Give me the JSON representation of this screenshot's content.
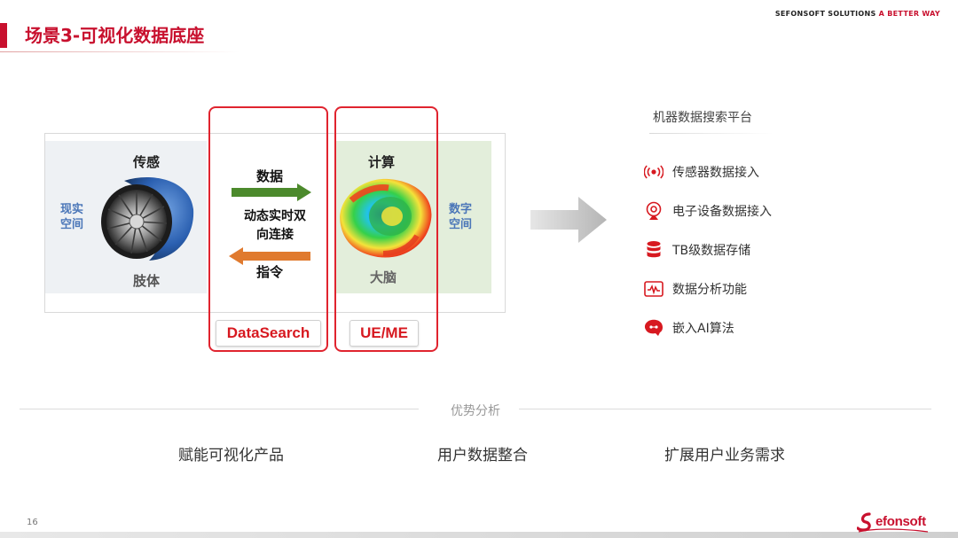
{
  "header": {
    "brand_main": "SEFONSOFT SOLUTIONS",
    "brand_accent": "A BETTER WAY",
    "title": "场景3-可视化数据底座",
    "accent_color": "#c8102e"
  },
  "diagram": {
    "sense_label": "传感",
    "body_label": "肢体",
    "real_space_label": "现实空间",
    "compute_label": "计算",
    "brain_label": "大脑",
    "digital_space_label": "数字空间",
    "data_label": "数据",
    "dynamic_label": "动态实时双向连接",
    "command_label": "指令",
    "datasearch_tag": "DataSearch",
    "ue_me_tag": "UE/ME",
    "arrow_right_color": "#4c8a2c",
    "arrow_left_color": "#e07a2e"
  },
  "platform": {
    "title": "机器数据搜索平台",
    "features": [
      {
        "icon": "broadcast-icon",
        "label": "传感器数据接入"
      },
      {
        "icon": "webcam-icon",
        "label": "电子设备数据接入"
      },
      {
        "icon": "database-icon",
        "label": "TB级数据存储"
      },
      {
        "icon": "waveform-icon",
        "label": "数据分析功能"
      },
      {
        "icon": "ai-brain-icon",
        "label": "嵌入AI算法"
      }
    ]
  },
  "advantages": {
    "title": "优势分析",
    "items": [
      "赋能可视化产品",
      "用户数据整合",
      "扩展用户业务需求"
    ]
  },
  "footer": {
    "page_number": "16",
    "logo_text": "efonsoft"
  }
}
